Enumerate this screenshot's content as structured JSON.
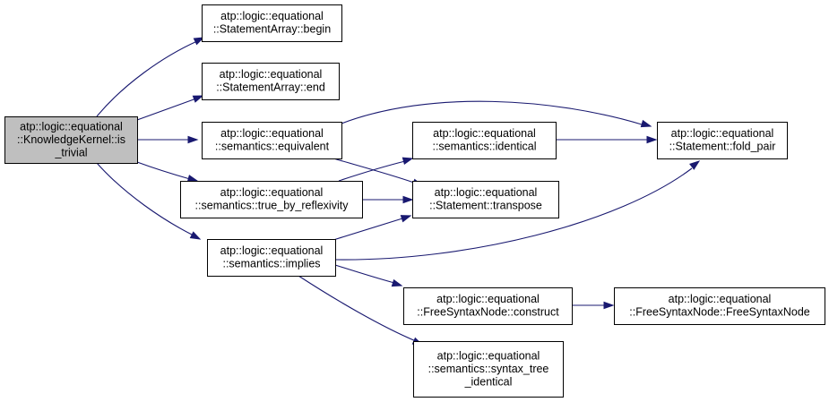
{
  "graph": {
    "colors": {
      "edge": "#191970",
      "root_fill": "#bfbfbf",
      "node_fill": "#ffffff",
      "border": "#000000"
    },
    "nodes": [
      {
        "id": "root",
        "lines": [
          "atp::logic::equational",
          "::KnowledgeKernel::is",
          "_trivial"
        ]
      },
      {
        "id": "begin",
        "lines": [
          "atp::logic::equational",
          "::StatementArray::begin"
        ]
      },
      {
        "id": "end",
        "lines": [
          "atp::logic::equational",
          "::StatementArray::end"
        ]
      },
      {
        "id": "equivalent",
        "lines": [
          "atp::logic::equational",
          "::semantics::equivalent"
        ]
      },
      {
        "id": "true_by_reflexivity",
        "lines": [
          "atp::logic::equational",
          "::semantics::true_by_reflexivity"
        ]
      },
      {
        "id": "implies",
        "lines": [
          "atp::logic::equational",
          "::semantics::implies"
        ]
      },
      {
        "id": "identical",
        "lines": [
          "atp::logic::equational",
          "::semantics::identical"
        ]
      },
      {
        "id": "transpose",
        "lines": [
          "atp::logic::equational",
          "::Statement::transpose"
        ]
      },
      {
        "id": "construct",
        "lines": [
          "atp::logic::equational",
          "::FreeSyntaxNode::construct"
        ]
      },
      {
        "id": "syntax_tree_identical",
        "lines": [
          "atp::logic::equational",
          "::semantics::syntax_tree",
          "_identical"
        ]
      },
      {
        "id": "fold_pair",
        "lines": [
          "atp::logic::equational",
          "::Statement::fold_pair"
        ]
      },
      {
        "id": "FreeSyntaxNode",
        "lines": [
          "atp::logic::equational",
          "::FreeSyntaxNode::FreeSyntaxNode"
        ]
      }
    ],
    "edges": [
      {
        "from": "root",
        "to": "begin"
      },
      {
        "from": "root",
        "to": "end"
      },
      {
        "from": "root",
        "to": "equivalent"
      },
      {
        "from": "root",
        "to": "true_by_reflexivity"
      },
      {
        "from": "root",
        "to": "implies"
      },
      {
        "from": "equivalent",
        "to": "fold_pair"
      },
      {
        "from": "equivalent",
        "to": "transpose"
      },
      {
        "from": "true_by_reflexivity",
        "to": "identical"
      },
      {
        "from": "true_by_reflexivity",
        "to": "transpose"
      },
      {
        "from": "identical",
        "to": "fold_pair"
      },
      {
        "from": "implies",
        "to": "transpose"
      },
      {
        "from": "implies",
        "to": "fold_pair"
      },
      {
        "from": "implies",
        "to": "construct"
      },
      {
        "from": "implies",
        "to": "syntax_tree_identical"
      },
      {
        "from": "construct",
        "to": "FreeSyntaxNode"
      }
    ]
  }
}
